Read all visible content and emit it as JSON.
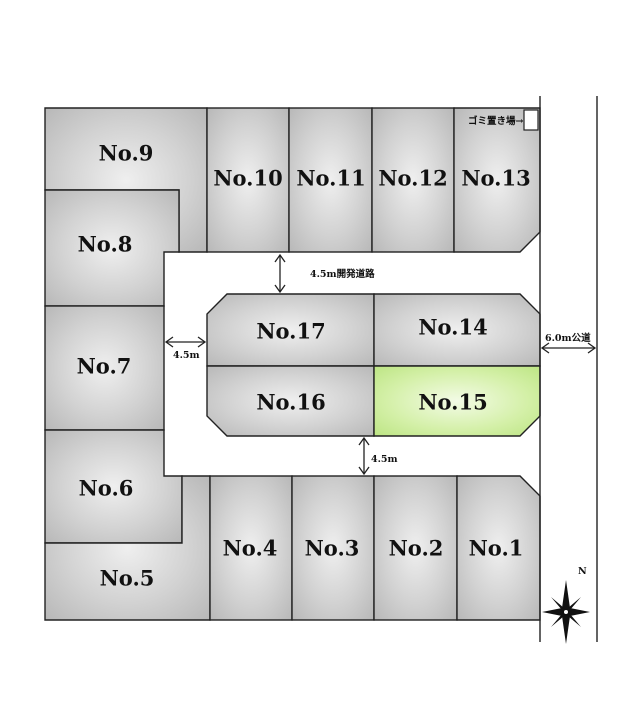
{
  "lots": [
    {
      "id": "lot-1",
      "label": "No.1",
      "highlight": false
    },
    {
      "id": "lot-2",
      "label": "No.2",
      "highlight": false
    },
    {
      "id": "lot-3",
      "label": "No.3",
      "highlight": false
    },
    {
      "id": "lot-4",
      "label": "No.4",
      "highlight": false
    },
    {
      "id": "lot-5",
      "label": "No.5",
      "highlight": false
    },
    {
      "id": "lot-6",
      "label": "No.6",
      "highlight": false
    },
    {
      "id": "lot-7",
      "label": "No.7",
      "highlight": false
    },
    {
      "id": "lot-8",
      "label": "No.8",
      "highlight": false
    },
    {
      "id": "lot-9",
      "label": "No.9",
      "highlight": false
    },
    {
      "id": "lot-10",
      "label": "No.10",
      "highlight": false
    },
    {
      "id": "lot-11",
      "label": "No.11",
      "highlight": false
    },
    {
      "id": "lot-12",
      "label": "No.12",
      "highlight": false
    },
    {
      "id": "lot-13",
      "label": "No.13",
      "highlight": false
    },
    {
      "id": "lot-14",
      "label": "No.14",
      "highlight": false
    },
    {
      "id": "lot-15",
      "label": "No.15",
      "highlight": true
    },
    {
      "id": "lot-16",
      "label": "No.16",
      "highlight": false
    },
    {
      "id": "lot-17",
      "label": "No.17",
      "highlight": false
    }
  ],
  "labels": {
    "garbage": "ゴミ置き場→",
    "dev_road_top": "4.5m開発道路",
    "dev_road_left": "4.5m",
    "dev_road_bottom": "4.5m",
    "public_road": "6.0m公道",
    "north": "N"
  },
  "colors": {
    "lot_gray": "#c4c4c4",
    "lot_light": "#ececec",
    "highlight": "#c2e98c",
    "highlight_light": "#f1fbe4"
  }
}
